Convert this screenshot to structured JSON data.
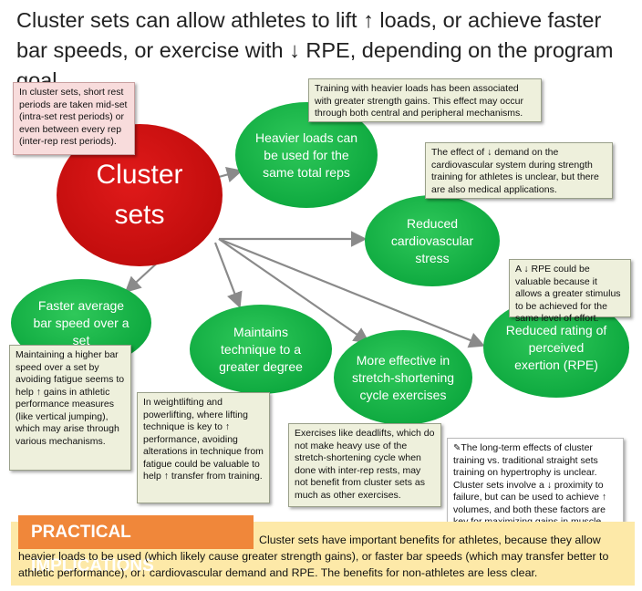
{
  "title": "Cluster sets can allow athletes to lift ↑ loads, or achieve faster bar speeds, or exercise with ↓ RPE, depending on the program goal",
  "center": {
    "label": "Cluster sets"
  },
  "ellipses": {
    "heavier": "Heavier loads can be used for the same total  reps",
    "cardio": "Reduced cardiovascular stress",
    "bar_speed": "Faster average bar speed over a set",
    "technique": "Maintains technique to a greater degree",
    "ssc": "More effective in stretch-shortening cycle exercises",
    "rpe": "Reduced rating of perceived exertion (RPE)"
  },
  "notes": {
    "definition": "In cluster sets, short rest periods are taken mid-set (intra-set rest periods) or even between every rep (inter-rep rest periods).",
    "heavier": "Training with heavier loads has been associated with greater strength gains. This effect may occur through both central and peripheral mechanisms.",
    "cardio": "The effect of ↓ demand on the cardiovascular system during strength training for athletes is unclear, but there are also medical applications.",
    "rpe": "A ↓ RPE could be valuable because it allows a greater stimulus to be achieved for the same level of effort.",
    "bar_speed": "Maintaining a higher bar speed over a set by avoiding fatigue seems to help ↑ gains in athletic performance measures (like vertical jumping), which may arise through various mechanisms.",
    "technique": "In weightlifting and powerlifting, where lifting technique is key to ↑ performance, avoiding alterations in technique from fatigue could be valuable to help ↑ transfer from training.",
    "ssc": "Exercises like deadlifts, which do not make heavy use of the stretch-shortening cycle when done with inter-rep rests, may not benefit from cluster sets as much as other exercises.",
    "hypertrophy": "The long-term effects of cluster training vs. traditional straight sets training on hypertrophy is unclear. Cluster sets involve a ↓ proximity to failure, but can be used to achieve ↑ volumes, and both these factors are key for maximizing gains in muscle size."
  },
  "practical": {
    "heading": "PRACTICAL IMPLICATIONS",
    "text": "Cluster sets have important benefits for athletes, because they allow heavier loads to be used (which likely cause greater strength gains), or faster bar speeds (which may transfer better to athletic performance), or↓ cardiovascular demand and RPE. The benefits for non-athletes are less clear."
  },
  "colors": {
    "green": "#12aa43",
    "red": "#c80f0f",
    "arrow": "#8a8a8a",
    "practical_bg": "#fde9a8",
    "practical_tag": "#f0873a"
  },
  "icons": {
    "hypertrophy_note": "pin-icon"
  }
}
